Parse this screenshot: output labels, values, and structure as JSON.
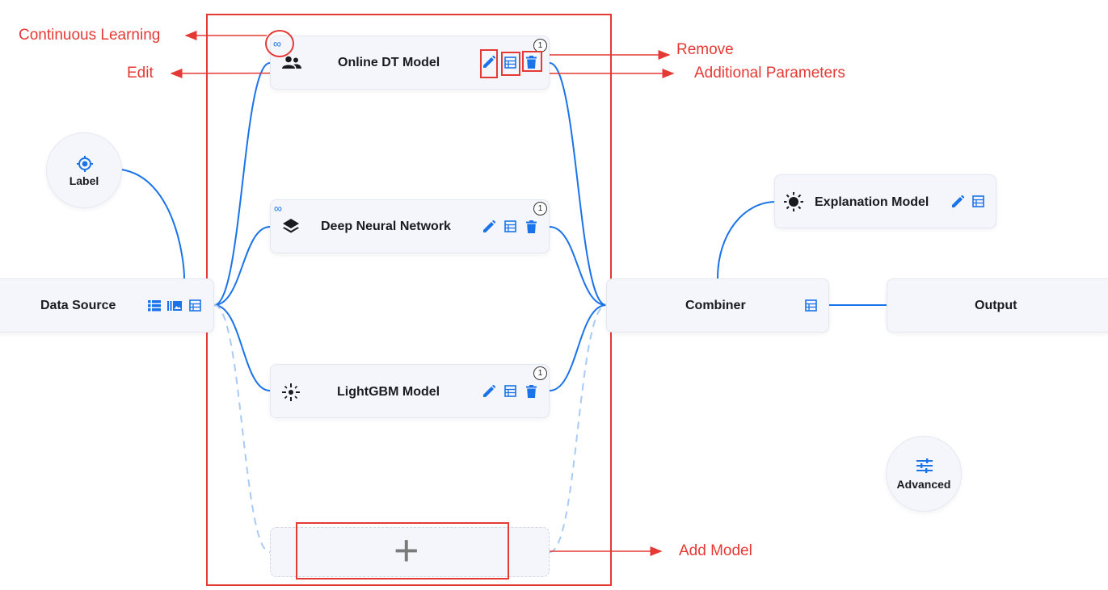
{
  "colors": {
    "accent": "#1a73e8",
    "annotation": "#e53935",
    "card_bg": "#f4f6fb",
    "wire": "#1a73e8",
    "wire_dashed": "#a9cbf3"
  },
  "label_node": {
    "label": "Label",
    "icon": "target-icon"
  },
  "data_source": {
    "title": "Data Source",
    "icons": [
      "list-icon",
      "image-strip-icon",
      "table-icon"
    ]
  },
  "models": [
    {
      "title": "Online DT Model",
      "icon": "people-icon",
      "badge": "1",
      "continuous": "∞"
    },
    {
      "title": "Deep Neural Network",
      "icon": "layers-icon",
      "badge": "1",
      "continuous": "∞"
    },
    {
      "title": "LightGBM Model",
      "icon": "sparkle-icon",
      "badge": "1"
    }
  ],
  "add_model": {
    "symbol": "+"
  },
  "combiner": {
    "title": "Combiner"
  },
  "explanation": {
    "title": "Explanation Model",
    "icon": "sun-icon"
  },
  "output": {
    "title": "Output"
  },
  "advanced": {
    "label": "Advanced",
    "icon": "sliders-icon"
  },
  "annotations": {
    "continuous_learning": "Continuous Learning",
    "edit": "Edit",
    "remove": "Remove",
    "additional_parameters": "Additional Parameters",
    "add_model": "Add Model"
  }
}
